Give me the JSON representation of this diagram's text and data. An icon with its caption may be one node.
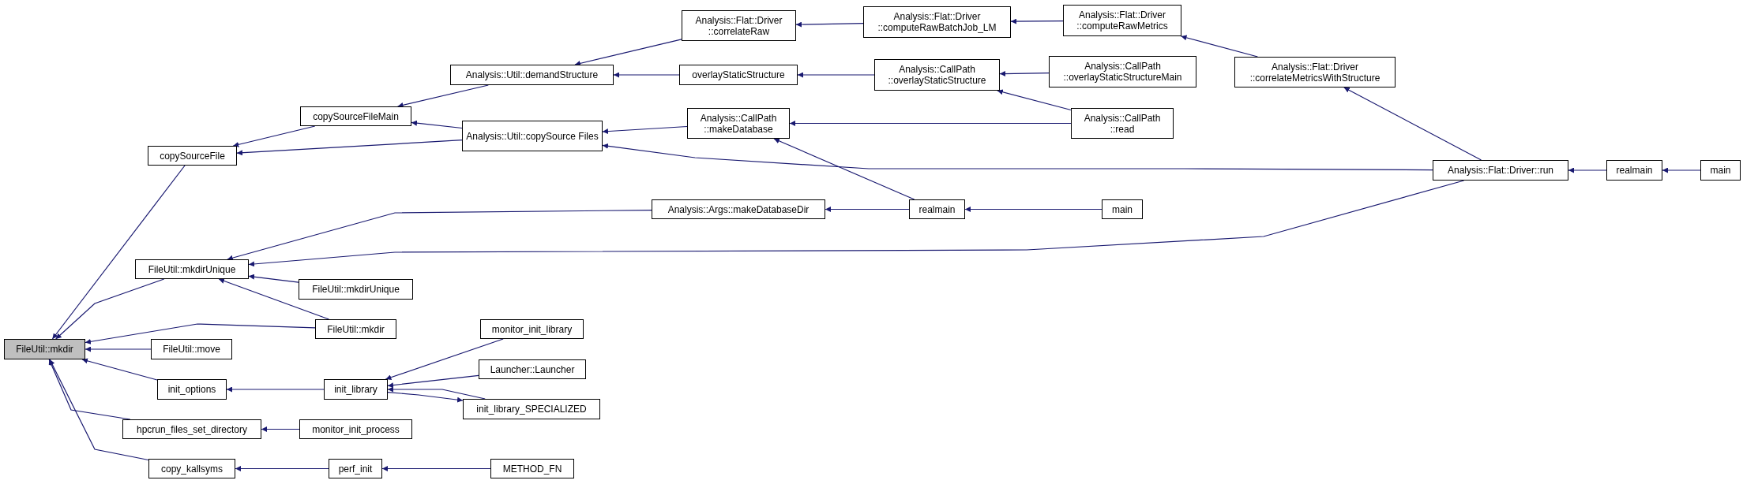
{
  "diagram": {
    "nodes": [
      {
        "text": [
          "FileUtil::mkdir"
        ]
      },
      {
        "text": [
          "copySourceFile"
        ]
      },
      {
        "text": [
          "copySourceFileMain"
        ]
      },
      {
        "text": [
          "Analysis::Util::demandStructure"
        ]
      },
      {
        "text": [
          "Analysis::Util::copySource Files"
        ]
      },
      {
        "text": [
          "Analysis::Flat::Driver ::correlateRaw"
        ]
      },
      {
        "text": [
          "Analysis::Flat::Driver ::computeRawBatchJob_LM"
        ]
      },
      {
        "text": [
          "Analysis::Flat::Driver ::computeRawMetrics"
        ]
      },
      {
        "text": [
          "Analysis::Flat::Driver ::correlateMetricsWithStructure"
        ]
      },
      {
        "text": [
          "overlayStaticStructure"
        ]
      },
      {
        "text": [
          "Analysis::CallPath ::overlayStaticStructure"
        ]
      },
      {
        "text": [
          "Analysis::CallPath ::overlayStaticStructureMain"
        ]
      },
      {
        "text": [
          "Analysis::CallPath ::makeDatabase"
        ]
      },
      {
        "text": [
          "Analysis::CallPath ::read"
        ]
      },
      {
        "text": [
          "Analysis::Flat::Driver::run"
        ]
      },
      {
        "text": [
          "realmain"
        ]
      },
      {
        "text": [
          "main"
        ]
      },
      {
        "text": [
          "FileUtil::mkdirUnique"
        ]
      },
      {
        "text": [
          "Analysis::Args::makeDatabaseDir"
        ]
      },
      {
        "text": [
          "realmain"
        ]
      },
      {
        "text": [
          "main"
        ]
      },
      {
        "text": [
          "FileUtil::mkdirUnique"
        ]
      },
      {
        "text": [
          "FileUtil::mkdir"
        ]
      },
      {
        "text": [
          "FileUtil::move"
        ]
      },
      {
        "text": [
          "init_options"
        ]
      },
      {
        "text": [
          "init_library"
        ]
      },
      {
        "text": [
          "monitor_init_library"
        ]
      },
      {
        "text": [
          "Launcher::Launcher"
        ]
      },
      {
        "text": [
          "init_library_SPECIALIZED"
        ]
      },
      {
        "text": [
          "hpcrun_files_set_directory"
        ]
      },
      {
        "text": [
          "monitor_init_process"
        ]
      },
      {
        "text": [
          "copy_kallsyms"
        ]
      },
      {
        "text": [
          "perf_init"
        ]
      },
      {
        "text": [
          "METHOD_FN"
        ]
      }
    ],
    "edges": [
      {
        "from": 1,
        "to": 0,
        "arrow": "to"
      },
      {
        "from": 17,
        "to": 0,
        "arrow": "to"
      },
      {
        "from": 22,
        "to": 0,
        "arrow": "to"
      },
      {
        "from": 23,
        "to": 0,
        "arrow": "to"
      },
      {
        "from": 24,
        "to": 0,
        "arrow": "to"
      },
      {
        "from": 29,
        "to": 0,
        "arrow": "to"
      },
      {
        "from": 31,
        "to": 0,
        "arrow": "to"
      },
      {
        "from": 2,
        "to": 1,
        "arrow": "to"
      },
      {
        "from": 4,
        "to": 1,
        "arrow": "to"
      },
      {
        "from": 3,
        "to": 2,
        "arrow": "to"
      },
      {
        "from": 4,
        "to": 2,
        "arrow": "to"
      },
      {
        "from": 5,
        "to": 3,
        "arrow": "to"
      },
      {
        "from": 9,
        "to": 3,
        "arrow": "to"
      },
      {
        "from": 6,
        "to": 5,
        "arrow": "to"
      },
      {
        "from": 7,
        "to": 6,
        "arrow": "to"
      },
      {
        "from": 8,
        "to": 7,
        "arrow": "to"
      },
      {
        "from": 10,
        "to": 9,
        "arrow": "to"
      },
      {
        "from": 11,
        "to": 10,
        "arrow": "to"
      },
      {
        "from": 13,
        "to": 10,
        "arrow": "to"
      },
      {
        "from": 12,
        "to": 4,
        "arrow": "to"
      },
      {
        "from": 14,
        "to": 4,
        "arrow": "to"
      },
      {
        "from": 13,
        "to": 12,
        "arrow": "to"
      },
      {
        "from": 19,
        "to": 12,
        "arrow": "to"
      },
      {
        "from": 14,
        "to": 8,
        "arrow": "to"
      },
      {
        "from": 15,
        "to": 14,
        "arrow": "to"
      },
      {
        "from": 16,
        "to": 15,
        "arrow": "to"
      },
      {
        "from": 18,
        "to": 17,
        "arrow": "to"
      },
      {
        "from": 14,
        "to": 17,
        "arrow": "to"
      },
      {
        "from": 21,
        "to": 17,
        "arrow": "to"
      },
      {
        "from": 22,
        "to": 17,
        "arrow": "to"
      },
      {
        "from": 19,
        "to": 18,
        "arrow": "to"
      },
      {
        "from": 20,
        "to": 19,
        "arrow": "to"
      },
      {
        "from": 25,
        "to": 24,
        "arrow": "to"
      },
      {
        "from": 26,
        "to": 25,
        "arrow": "to"
      },
      {
        "from": 27,
        "to": 25,
        "arrow": "to"
      },
      {
        "from": 28,
        "to": 25,
        "arrow": "to"
      },
      {
        "from": 25,
        "to": 28,
        "arrow": "to"
      },
      {
        "from": 30,
        "to": 29,
        "arrow": "to"
      },
      {
        "from": 32,
        "to": 31,
        "arrow": "to"
      },
      {
        "from": 33,
        "to": 32,
        "arrow": "to"
      }
    ]
  }
}
